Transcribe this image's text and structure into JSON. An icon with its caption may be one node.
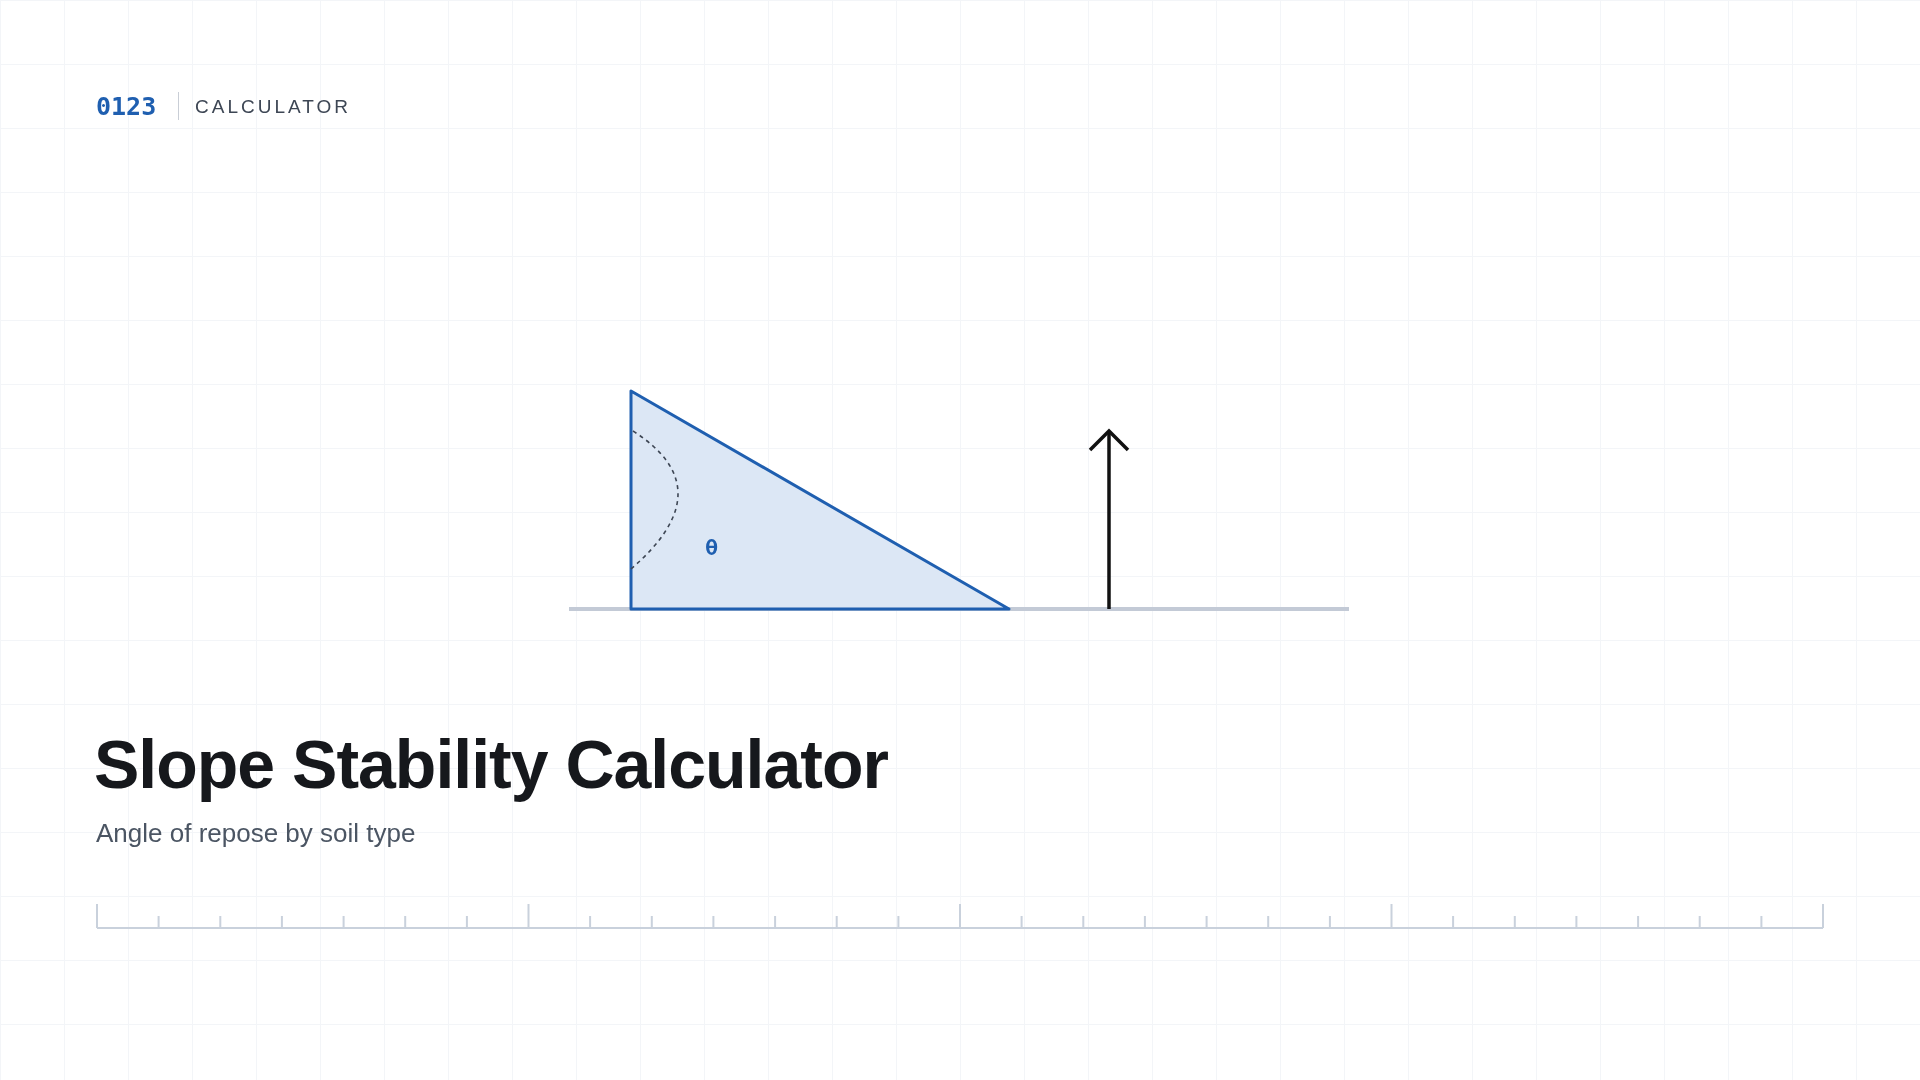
{
  "diagram": {
    "title": "Slope Stability Calculator",
    "nodes": [
      {
        "text": [
          "θ"
        ]
      }
    ],
    "labels": [
      "0123",
      "CALCULATOR",
      "Angle of repose by soil type"
    ]
  }
}
